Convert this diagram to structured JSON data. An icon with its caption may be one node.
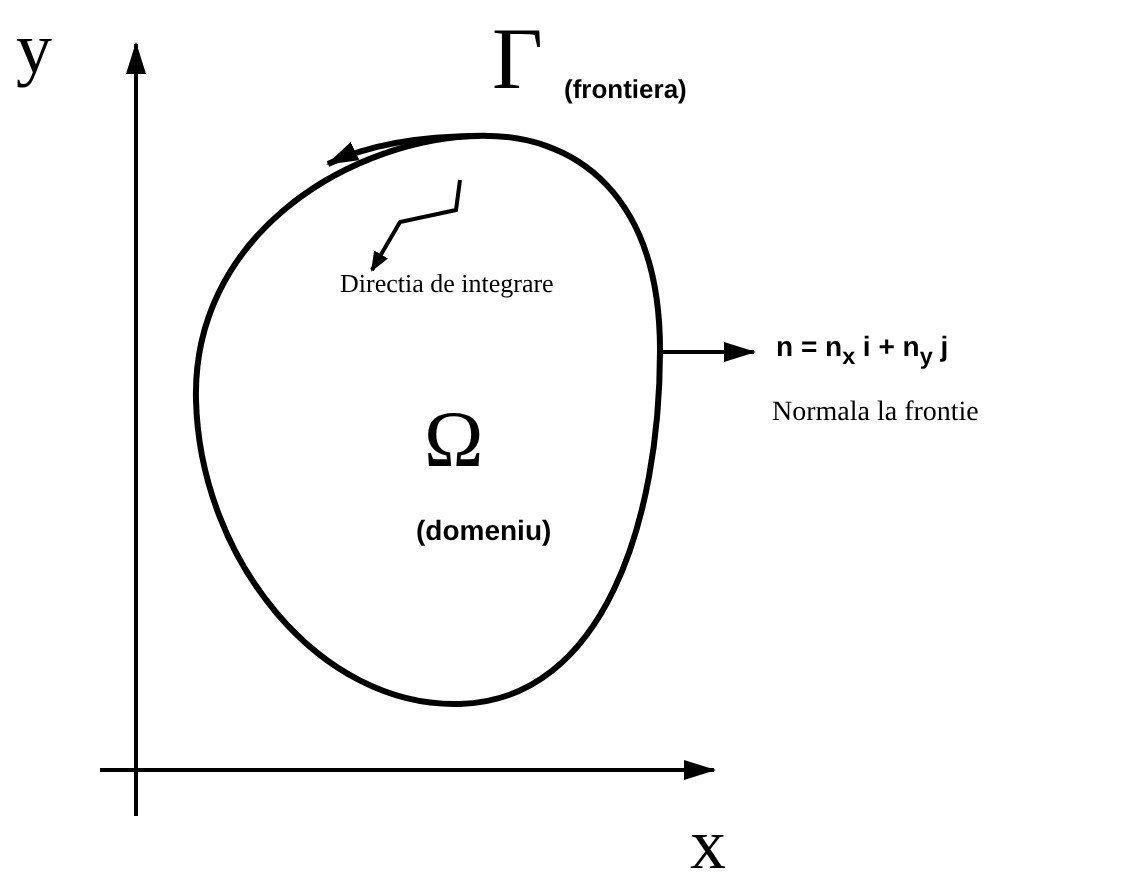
{
  "diagram": {
    "nodes": [
      {
        "text": [
          "Ω",
          "(domeniu)"
        ]
      },
      {
        "text": [],
        "shape": "arrow",
        "in": 0
      },
      {
        "text": [
          "Directia de integrare"
        ],
        "in": 0
      }
    ],
    "edges": [
      {
        "from": 1,
        "to": 2,
        "arrow": "to"
      }
    ],
    "labels": [
      "y",
      "Γ",
      "(frontiera)",
      "n = n$_{x}$ i + n$_{y}$ j",
      "Normala la frontie",
      "x"
    ]
  }
}
